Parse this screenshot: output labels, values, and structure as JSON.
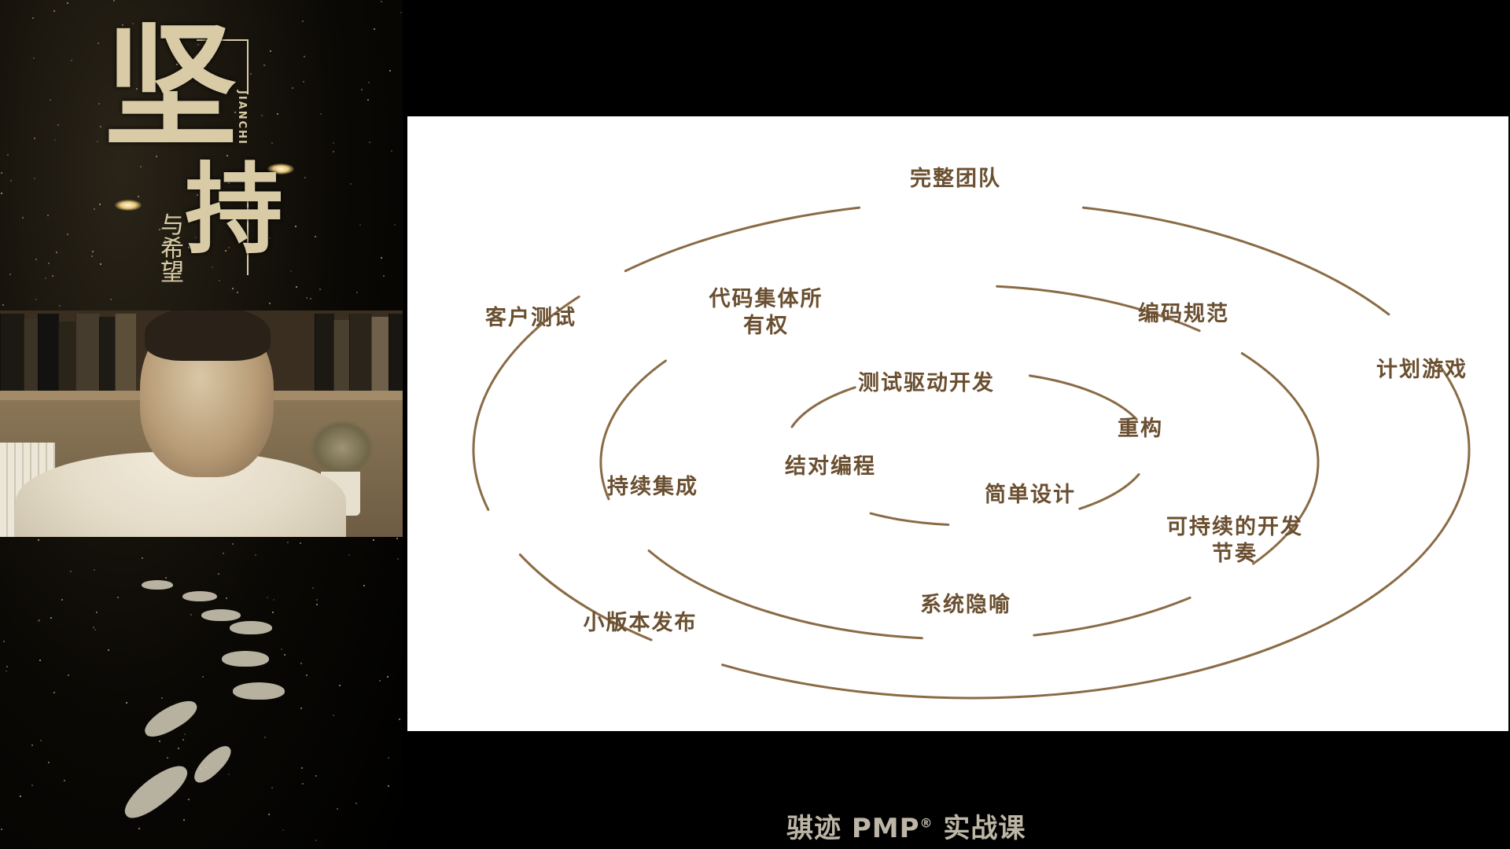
{
  "poster": {
    "title_main_1": "坚",
    "title_main_2": "持",
    "subtitle": "与希望",
    "pinyin": "JIANCHI"
  },
  "slide": {
    "outer_ring": {
      "top": "完整团队",
      "left": "客户测试",
      "right": "计划游戏",
      "bottom_left": "小版本发布"
    },
    "middle_ring": {
      "top_left": "代码集体所\n有权",
      "top_right": "编码规范",
      "left": "持续集成",
      "bottom": "系统隐喻",
      "bottom_right": "可持续的开发\n节奏"
    },
    "inner_ring": {
      "top": "测试驱动开发",
      "right": "重构",
      "left": "结对编程",
      "bottom": "简单设计"
    }
  },
  "caption": {
    "text": "骐迹 PMP",
    "mark": "®",
    "suffix": " 实战课"
  },
  "colors": {
    "ring": "#8a6b45",
    "label": "#6a4f30",
    "background": "#000000",
    "slide_bg": "#ffffff"
  }
}
